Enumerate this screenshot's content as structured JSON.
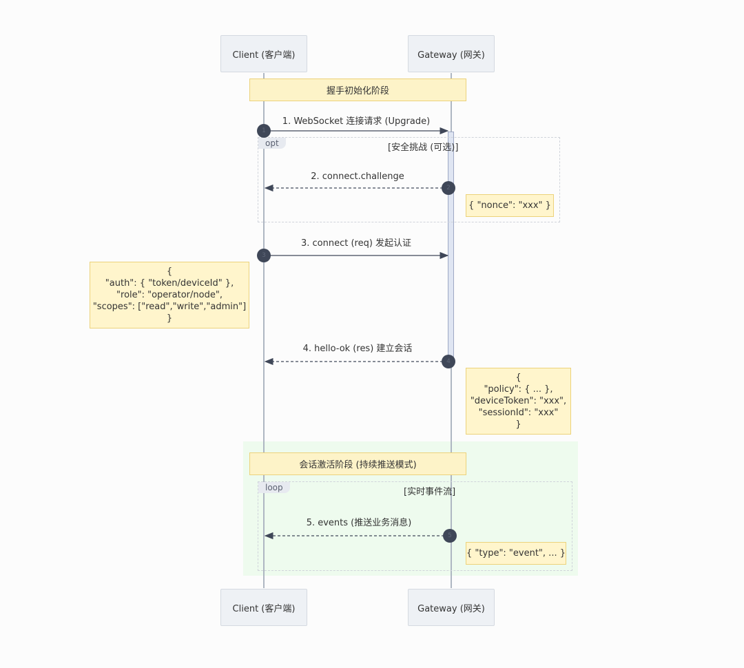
{
  "actors": {
    "client": "Client (客户端)",
    "gateway": "Gateway (网关)"
  },
  "phases": {
    "handshake": "握手初始化阶段",
    "session": "会话激活阶段 (持续推送模式)"
  },
  "frames": {
    "opt": {
      "tag": "opt",
      "condition": "[安全挑战 (可选)]"
    },
    "loop": {
      "tag": "loop",
      "condition": "[实时事件流]"
    }
  },
  "messages": [
    {
      "num": "1",
      "label": "1. WebSocket 连接请求 (Upgrade)",
      "from": "client",
      "to": "gateway",
      "style": "solid"
    },
    {
      "num": "2",
      "label": "2. connect.challenge",
      "from": "gateway",
      "to": "client",
      "style": "dashed"
    },
    {
      "num": "3",
      "label": "3. connect (req) 发起认证",
      "from": "client",
      "to": "gateway",
      "style": "solid"
    },
    {
      "num": "4",
      "label": "4. hello-ok (res) 建立会话",
      "from": "gateway",
      "to": "client",
      "style": "dashed"
    },
    {
      "num": "5",
      "label": "5. events (推送业务消息)",
      "from": "gateway",
      "to": "client",
      "style": "dashed"
    }
  ],
  "notes": {
    "nonce": [
      "{ \"nonce\": \"xxx\" }"
    ],
    "auth": [
      "{",
      "\"auth\": { \"token/deviceId\" },",
      "\"role\": \"operator/node\",",
      "\"scopes\": [\"read\",\"write\",\"admin\"]",
      "}"
    ],
    "hello": [
      "{",
      "\"policy\": { ... },",
      "\"deviceToken\": \"xxx\",",
      "\"sessionId\": \"xxx\"",
      "}"
    ],
    "event": [
      "{ \"type\": \"event\", ... }"
    ]
  },
  "colors": {
    "actor_fill": "#eef1f5",
    "note_fill": "#fff5cc",
    "note_border": "#ecd27a",
    "loop_region": "#eefbee",
    "arrow": "#3f4758"
  }
}
